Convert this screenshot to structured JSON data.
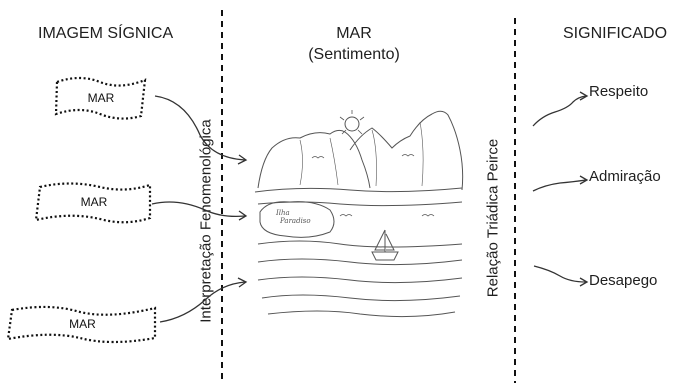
{
  "columns": {
    "left_heading": "IMAGEM SÍGNICA",
    "center_heading_line1": "MAR",
    "center_heading_line2": "(Sentimento)",
    "right_heading": "SIGNIFICADO"
  },
  "vertical_labels": {
    "left": "Interpretação Fenomenológica",
    "right": "Relação Triádica Peirce"
  },
  "sign_images": [
    {
      "label": "MAR"
    },
    {
      "label": "MAR"
    },
    {
      "label": "MAR"
    }
  ],
  "drawing": {
    "island_text_line1": "Ilha",
    "island_text_line2": "Paradiso"
  },
  "meanings": [
    {
      "label": "Respeito"
    },
    {
      "label": "Admiração"
    },
    {
      "label": "Desapego"
    }
  ]
}
